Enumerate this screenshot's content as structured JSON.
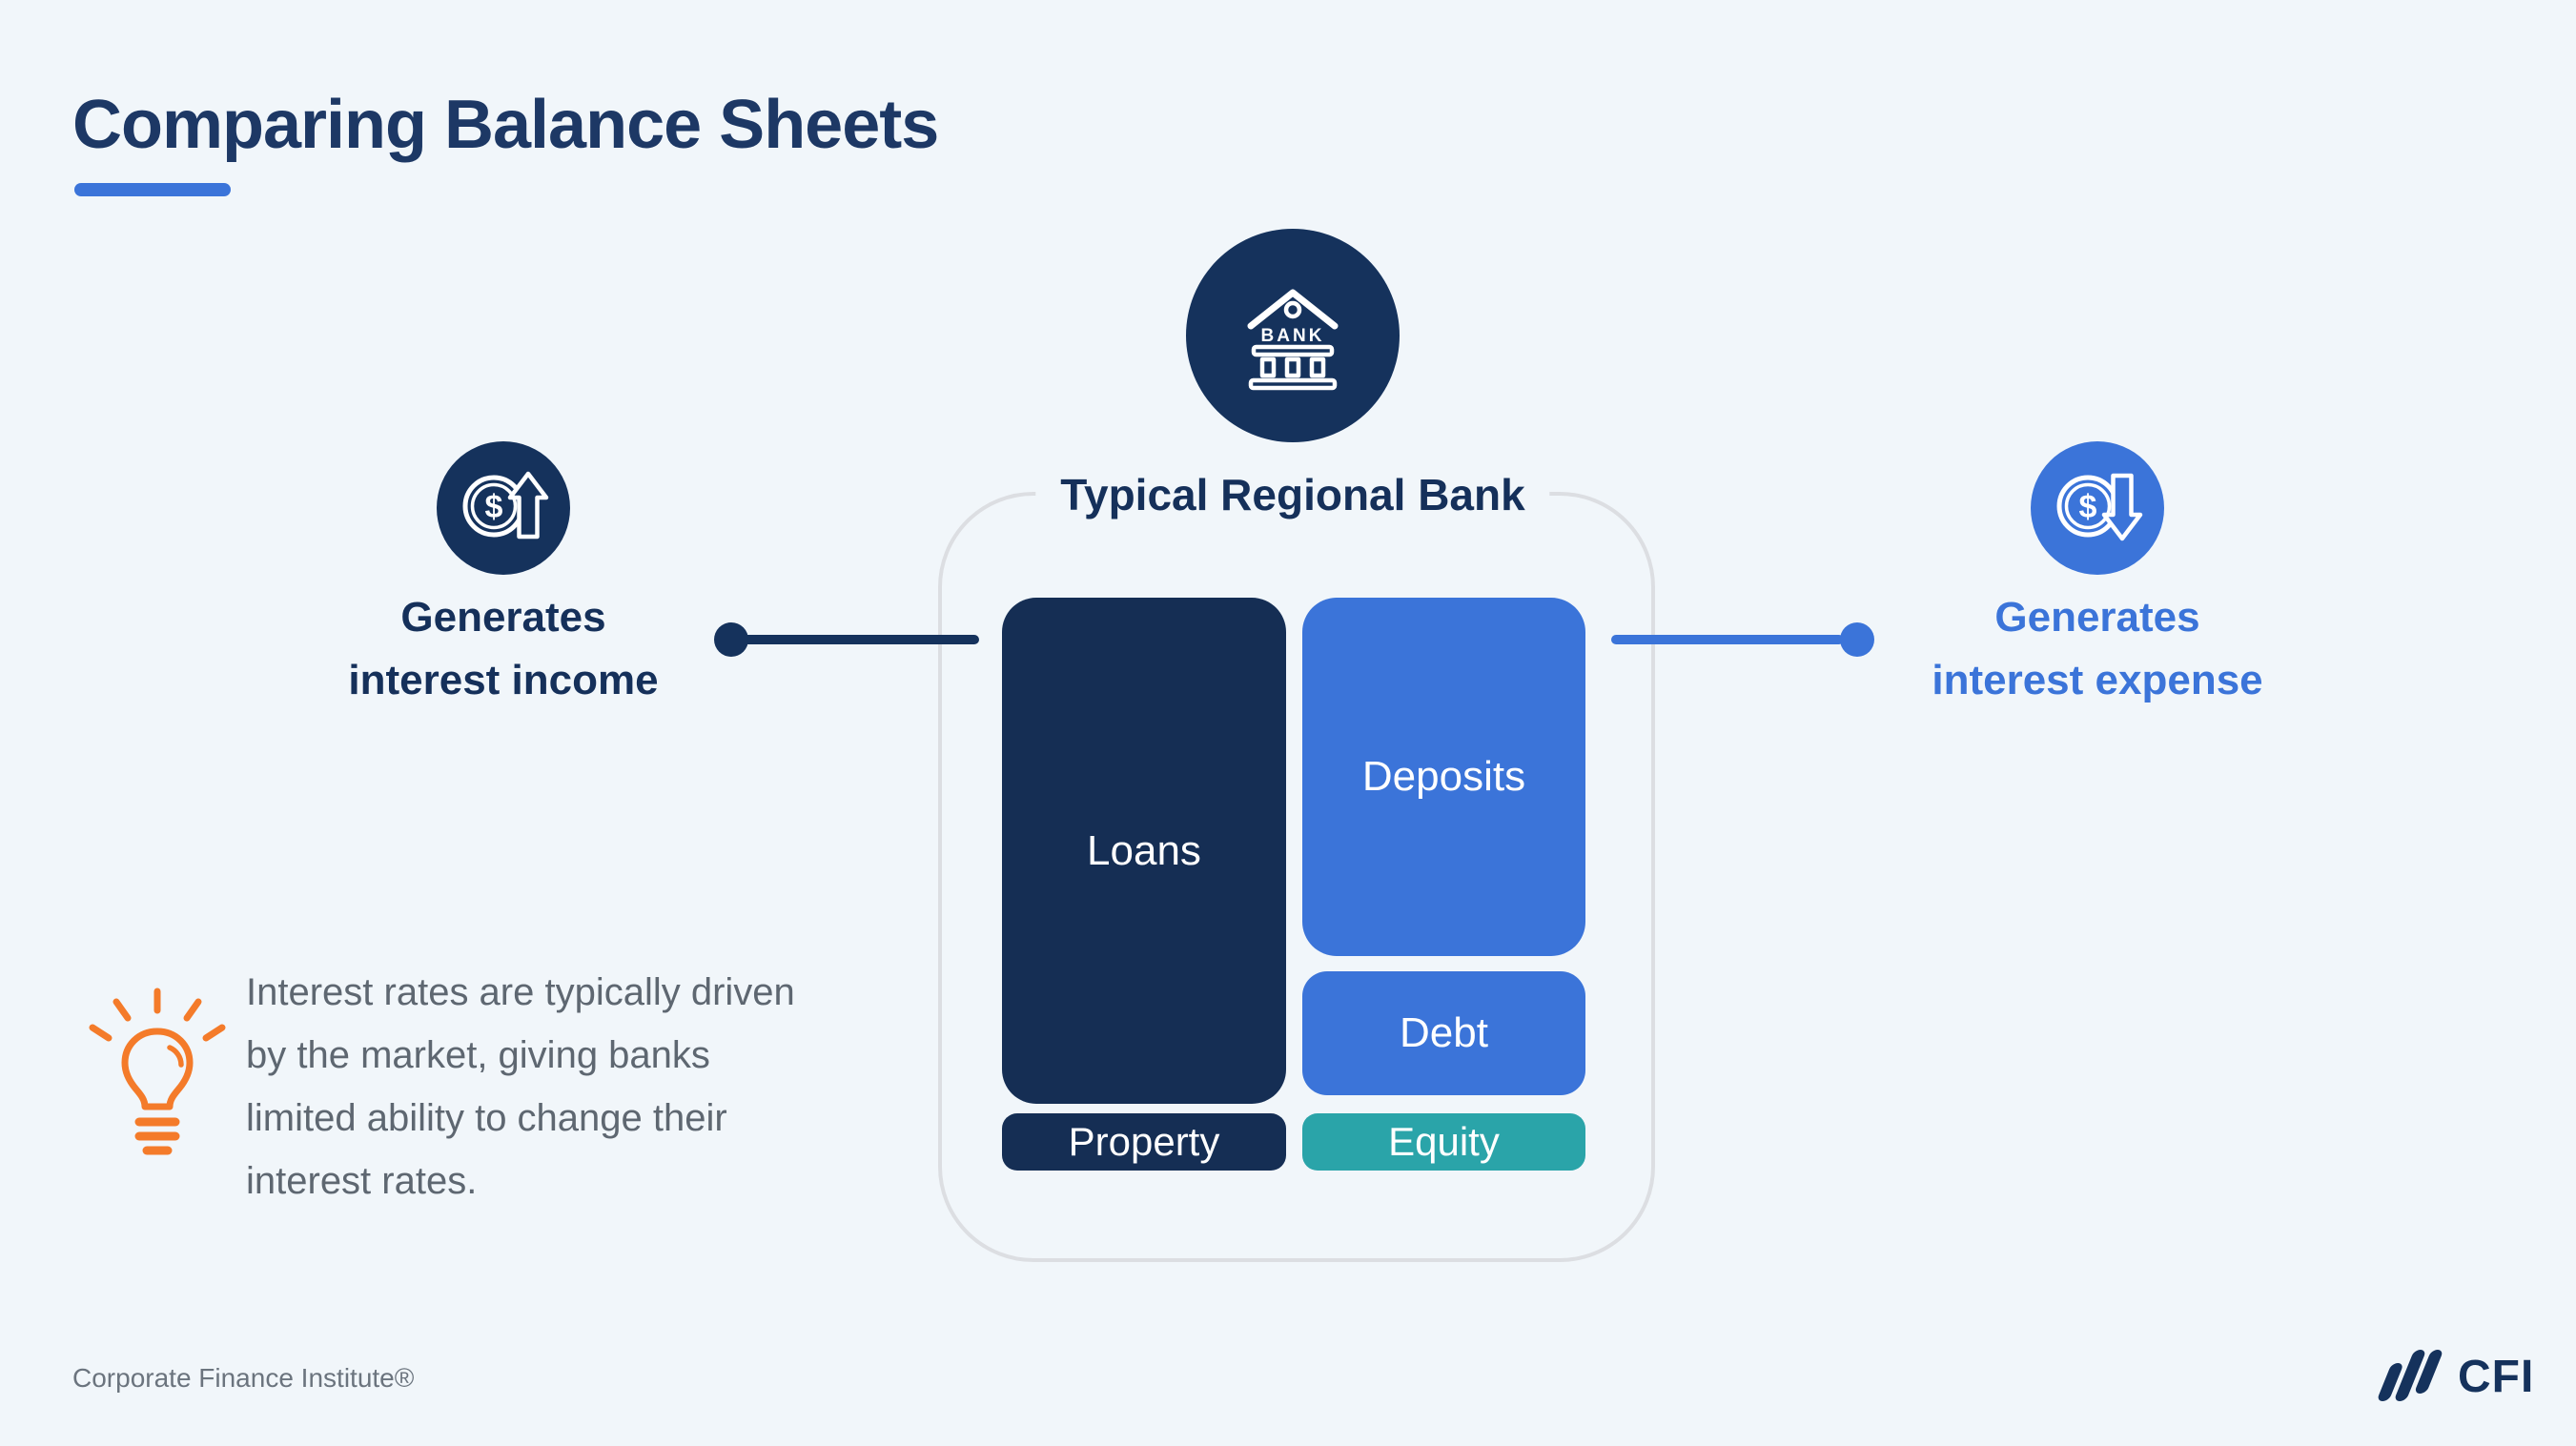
{
  "slide": {
    "background": "#f1f6fa"
  },
  "title": {
    "text": "Comparing Balance Sheets",
    "color": "#1d3865",
    "accent_color": "#3b74d9"
  },
  "bank": {
    "label": "Typical Regional Bank",
    "icon_text": "BANK",
    "icon_bg": "#15325c"
  },
  "diagram": {
    "assets": [
      {
        "label": "Loans",
        "color": "#152e54"
      },
      {
        "label": "Property",
        "color": "#152e54"
      }
    ],
    "liabilities": [
      {
        "label": "Deposits",
        "color": "#3b74d9"
      },
      {
        "label": "Debt",
        "color": "#3b74d9"
      },
      {
        "label": "Equity",
        "color": "#2aa4a9"
      }
    ]
  },
  "left_callout": {
    "line1": "Generates",
    "line2": "interest income",
    "currency_symbol": "$",
    "color": "#15305a",
    "icon_bg": "#15325c"
  },
  "right_callout": {
    "line1": "Generates",
    "line2": "interest expense",
    "currency_symbol": "$",
    "color": "#3b74d9",
    "icon_bg": "#3b74d9"
  },
  "tip": {
    "text": "Interest rates are typically driven by the market, giving banks limited ability to change their interest rates.",
    "icon_color": "#f47b2a",
    "text_color": "#5e6771"
  },
  "footer": {
    "company": "Corporate Finance Institute®",
    "logo_text": "CFI"
  }
}
